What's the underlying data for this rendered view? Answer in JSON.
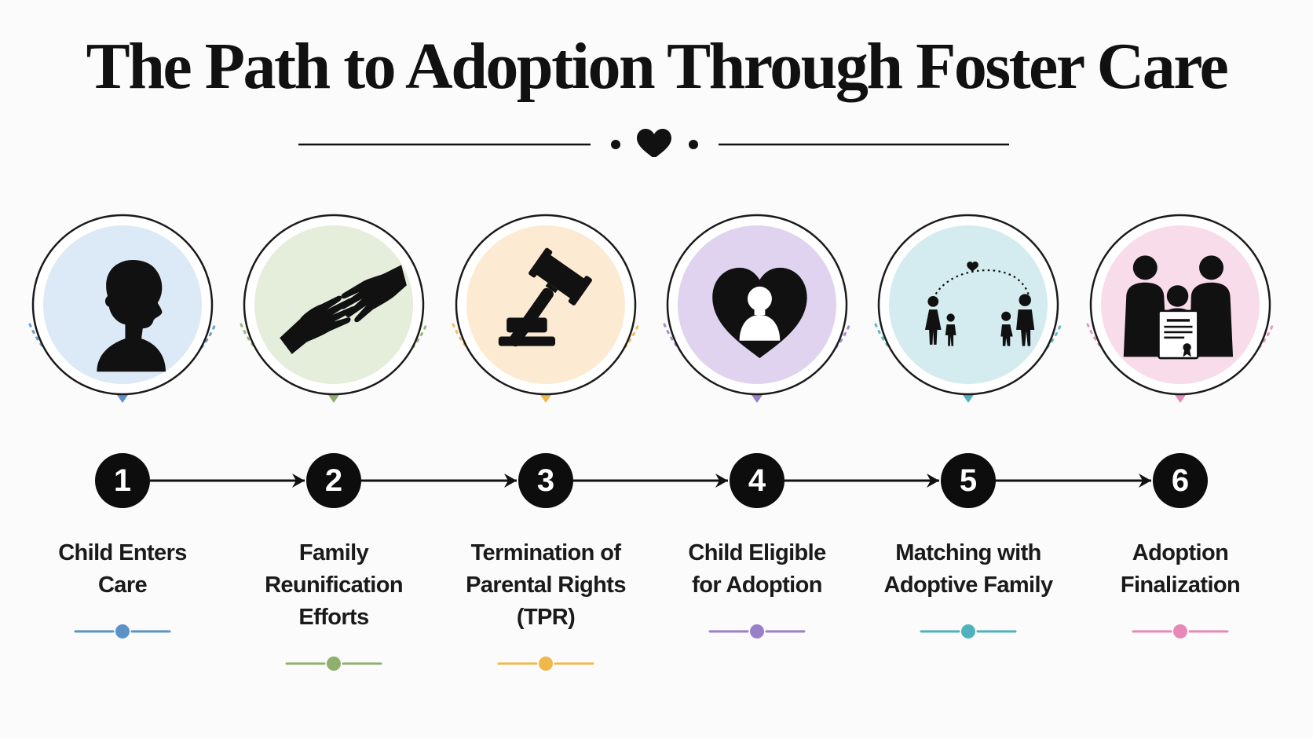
{
  "title": "The Path to Adoption Through Foster Care",
  "steps": [
    {
      "number": "1",
      "lines": [
        "Child Enters",
        "Care"
      ],
      "icon": "child-silhouette-icon",
      "color": "#5b93c9",
      "bg": "#dce9f6"
    },
    {
      "number": "2",
      "lines": [
        "Family",
        "Reunification",
        "Efforts"
      ],
      "icon": "reaching-hands-icon",
      "color": "#8fb06c",
      "bg": "#e4eedb"
    },
    {
      "number": "3",
      "lines": [
        "Termination of",
        "Parental Rights",
        "(TPR)"
      ],
      "icon": "gavel-icon",
      "color": "#f0b84a",
      "bg": "#fcebd2"
    },
    {
      "number": "4",
      "lines": [
        "Child Eligible",
        "for Adoption"
      ],
      "icon": "heart-child-icon",
      "color": "#9a7fc9",
      "bg": "#e0d3f0"
    },
    {
      "number": "5",
      "lines": [
        "Matching with",
        "Adoptive Family"
      ],
      "icon": "family-matching-icon",
      "color": "#4fb2bd",
      "bg": "#d4ecef"
    },
    {
      "number": "6",
      "lines": [
        "Adoption",
        "Finalization"
      ],
      "icon": "family-certificate-icon",
      "color": "#e888b8",
      "bg": "#f9dcea"
    }
  ]
}
